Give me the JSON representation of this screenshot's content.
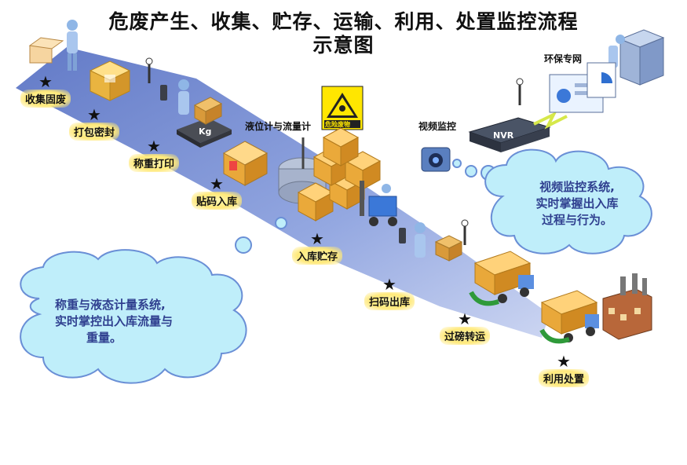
{
  "title": {
    "line1": "危废产生、收集、贮存、运输、利用、处置监控流程",
    "line2": "示意图"
  },
  "steps": [
    {
      "id": "collect",
      "label": "收集固废"
    },
    {
      "id": "pack",
      "label": "打包密封"
    },
    {
      "id": "weigh",
      "label": "称重打印"
    },
    {
      "id": "code",
      "label": "贴码入库"
    },
    {
      "id": "store",
      "label": "入库贮存"
    },
    {
      "id": "scanout",
      "label": "扫码出库"
    },
    {
      "id": "transfer",
      "label": "过磅转运"
    },
    {
      "id": "dispose",
      "label": "利用处置"
    }
  ],
  "tags": {
    "level_meter": "液位计与流量计",
    "video": "视频监控",
    "epa_net": "环保专网",
    "nvr": "NVR",
    "scale": "Kg",
    "hazard_sign": "危险废物"
  },
  "clouds": {
    "left": {
      "line1": "称重与液态计量系统,",
      "line2": "实时掌控出入库流量与",
      "line3": "重量。"
    },
    "right": {
      "line1": "视频监控系统,",
      "line2": "实时掌握出入库",
      "line3": "过程与行为。"
    }
  },
  "colors": {
    "path": "#6e86cf",
    "cloud_fill": "#bfeefa",
    "cloud_stroke": "#6a8fd6",
    "box": "#e9a83a",
    "truck": "#f2b24a",
    "arrow_green": "#2f9a3a"
  }
}
